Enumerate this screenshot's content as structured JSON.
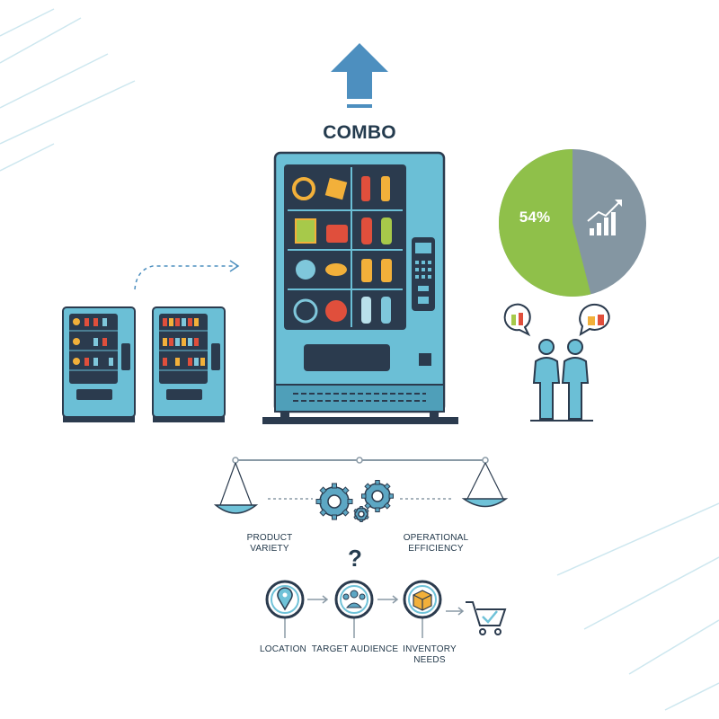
{
  "title": "COMBO",
  "pie": {
    "label": "54%",
    "share": 0.54,
    "color_main": "#8fc04a",
    "color_rest": "#8496a2"
  },
  "balance": {
    "left_label": "PRODUCT VARIETY",
    "right_label": "OPERATIONAL EFFICIENCY"
  },
  "question_mark": "?",
  "flow": [
    {
      "label": "LOCATION",
      "icon": "location-pin-icon"
    },
    {
      "label": "TARGET AUDIENCE",
      "icon": "people-group-icon"
    },
    {
      "label": "INVENTORY NEEDS",
      "icon": "box-icon"
    },
    {
      "label": "",
      "icon": "shopping-cart-check-icon"
    }
  ],
  "colors": {
    "machine_body": "#6bbfd6",
    "machine_dark": "#2b3b4e",
    "navy": "#243b4e",
    "accent_teal": "#6fc2d8",
    "arrow_up": "#4d8fbf"
  }
}
